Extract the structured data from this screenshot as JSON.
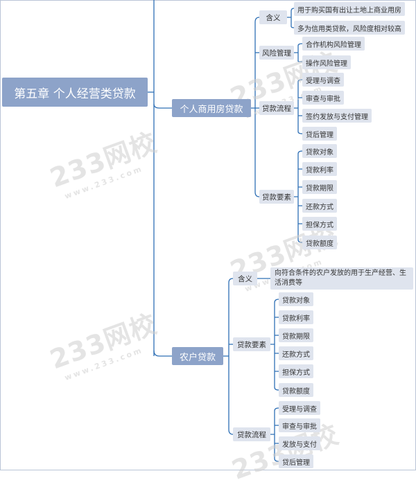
{
  "root": "第五章 个人经营类贷款",
  "branch_housing": {
    "label": "个人商用房贷款",
    "meaning": {
      "label": "含义",
      "items": [
        "用于购买国有出让土地上商业用房",
        "多为信用类贷款，风险度相对较高"
      ]
    },
    "risk": {
      "label": "风险管理",
      "items": [
        "合作机构风险管理",
        "操作风险管理"
      ]
    },
    "process": {
      "label": "贷款流程",
      "items": [
        "受理与调查",
        "审查与审批",
        "签约发放与支付管理",
        "贷后管理"
      ]
    },
    "elements": {
      "label": "贷款要素",
      "items": [
        "贷款对象",
        "贷款利率",
        "贷款期限",
        "还款方式",
        "担保方式",
        "贷款额度"
      ]
    }
  },
  "branch_farmer": {
    "label": "农户贷款",
    "meaning": {
      "label": "含义",
      "items": [
        "向符合条件的农户发放的用于生产经营、生活消费等"
      ]
    },
    "elements": {
      "label": "贷款要素",
      "items": [
        "贷款对象",
        "贷款利率",
        "贷款期限",
        "还款方式",
        "担保方式",
        "贷款额度"
      ]
    },
    "process": {
      "label": "贷款流程",
      "items": [
        "受理与调查",
        "审查与审批",
        "发放与支付",
        "贷后管理"
      ]
    }
  },
  "watermark": {
    "brand": "233网校",
    "url": "www.233.com"
  },
  "colors": {
    "node_dark": "#8da3c9",
    "node_light": "#dfe4ee",
    "line": "#2e6fb5"
  }
}
